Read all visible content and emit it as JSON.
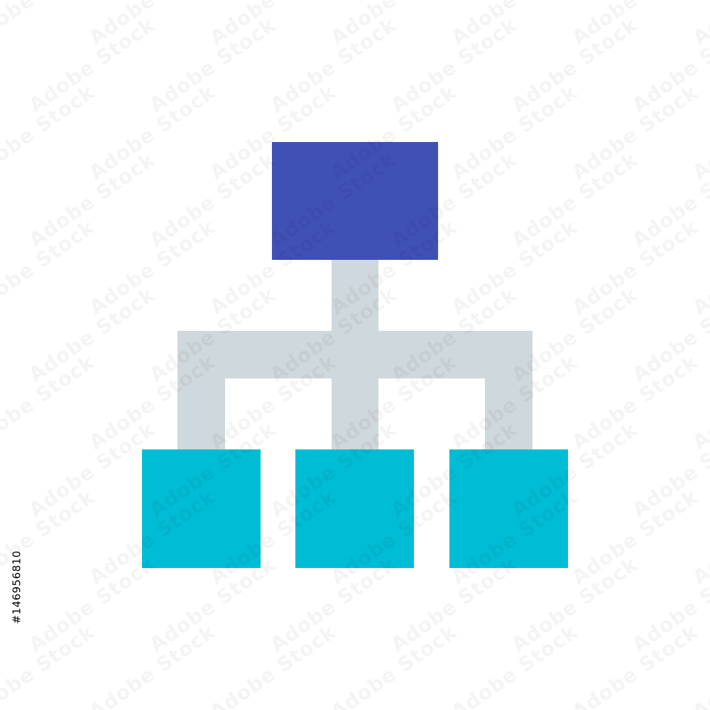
{
  "diagram": {
    "type": "hierarchy-icon",
    "colors": {
      "root": "#3f51b5",
      "children": "#00bcd4",
      "connectors": "#cfd8dc"
    },
    "nodes": [
      {
        "id": "root",
        "label": ""
      },
      {
        "id": "child-1",
        "label": ""
      },
      {
        "id": "child-2",
        "label": ""
      },
      {
        "id": "child-3",
        "label": ""
      }
    ],
    "edges": [
      {
        "from": "root",
        "to": "child-1"
      },
      {
        "from": "root",
        "to": "child-2"
      },
      {
        "from": "root",
        "to": "child-3"
      }
    ]
  },
  "watermark": {
    "text": "Adobe Stock",
    "stock_id": "#146956810"
  }
}
